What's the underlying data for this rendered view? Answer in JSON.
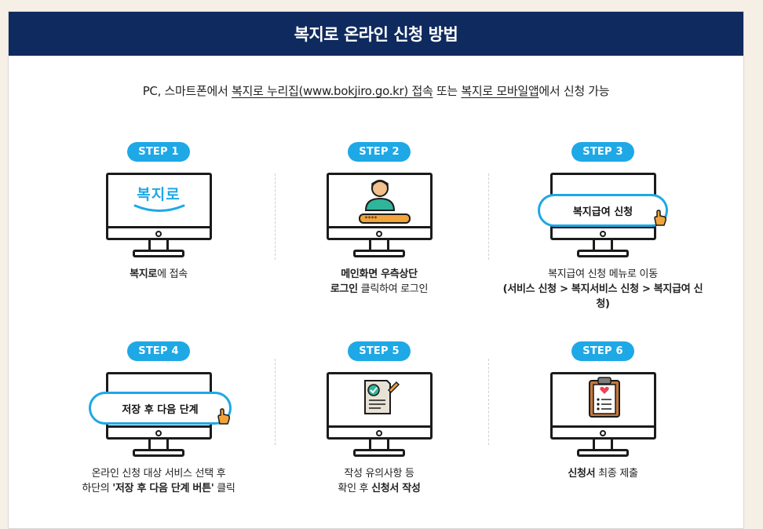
{
  "header": {
    "title": "복지로 온라인 신청 방법"
  },
  "subtitle": {
    "part1": "PC, 스마트폰에서 ",
    "link1": "복지로 누리집(www.bokjiro.go.kr) 접속",
    "part2": " 또는 ",
    "link2": "복지로 모바일앱",
    "part3": "에서 신청 가능"
  },
  "steps": [
    {
      "badge": "STEP 1",
      "screen_text": "복지로",
      "desc_bold": "복지로",
      "desc_rest": "에 접속"
    },
    {
      "badge": "STEP 2",
      "field_mask": "****",
      "desc_line1": "메인화면 우측상단",
      "desc_bold2": "로그인",
      "desc_rest2": " 클릭하여 로그인"
    },
    {
      "badge": "STEP 3",
      "button_text": "복지급여 신청",
      "desc_line1": "복지급여 신청 메뉴로 이동",
      "desc_line2": "(서비스 신청 > 복지서비스 신청 > 복지급여 신청)"
    },
    {
      "badge": "STEP 4",
      "button_text": "저장 후 다음 단계",
      "desc_line1": "온라인 신청 대상 서비스 선택 후",
      "desc_pre2": "하단의 ",
      "desc_bold2": "'저장 후 다음 단계 버튼'",
      "desc_post2": " 클릭"
    },
    {
      "badge": "STEP 5",
      "desc_line1": "작성 유의사항 등",
      "desc_pre2": "확인 후 ",
      "desc_bold2": "신청서 작성"
    },
    {
      "badge": "STEP 6",
      "desc_bold": "신청서",
      "desc_rest": " 최종 제출"
    }
  ],
  "colors": {
    "navy": "#0f2a5e",
    "accent": "#1ea8e6",
    "orange": "#f0a43a"
  }
}
